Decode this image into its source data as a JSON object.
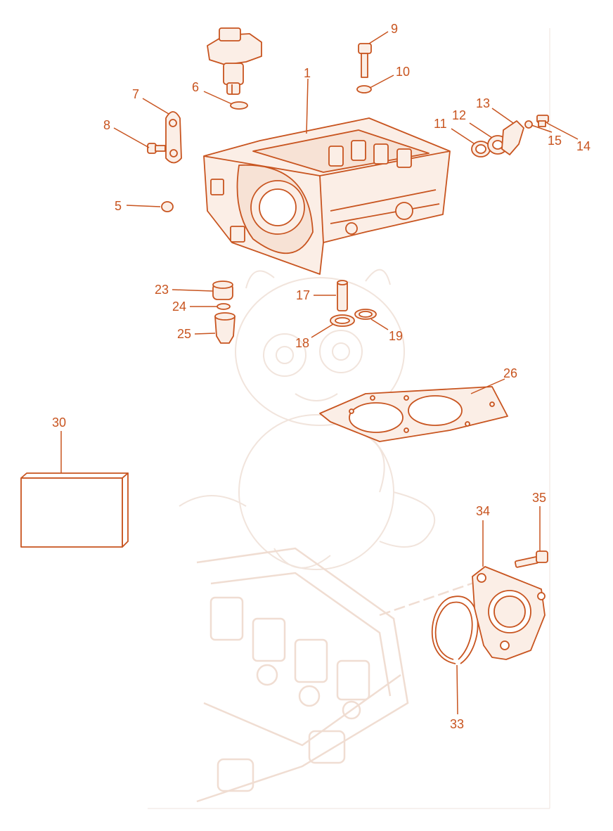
{
  "diagram": {
    "colors": {
      "accent": "#c8541f",
      "fill": "#fbeee6",
      "faint": "#efd9cc",
      "background": "#ffffff"
    },
    "callouts": [
      {
        "id": "c1",
        "label": "1",
        "part": "cylinder-head"
      },
      {
        "id": "c5",
        "label": "5",
        "part": "plug"
      },
      {
        "id": "c6",
        "label": "6",
        "part": "seal-ring"
      },
      {
        "id": "c7",
        "label": "7",
        "part": "lifting-eye"
      },
      {
        "id": "c8",
        "label": "8",
        "part": "bolt"
      },
      {
        "id": "c9",
        "label": "9",
        "part": "bolt"
      },
      {
        "id": "c10",
        "label": "10",
        "part": "washer"
      },
      {
        "id": "c11",
        "label": "11",
        "part": "seal"
      },
      {
        "id": "c12",
        "label": "12",
        "part": "spring"
      },
      {
        "id": "c13",
        "label": "13",
        "part": "bracket"
      },
      {
        "id": "c14",
        "label": "14",
        "part": "screw"
      },
      {
        "id": "c15",
        "label": "15",
        "part": "washer"
      },
      {
        "id": "c17",
        "label": "17",
        "part": "valve-guide"
      },
      {
        "id": "c18",
        "label": "18",
        "part": "valve-seat-ring"
      },
      {
        "id": "c19",
        "label": "19",
        "part": "valve-seat-ring"
      },
      {
        "id": "c23",
        "label": "23",
        "part": "cap"
      },
      {
        "id": "c24",
        "label": "24",
        "part": "spring"
      },
      {
        "id": "c25",
        "label": "25",
        "part": "sleeve"
      },
      {
        "id": "c26",
        "label": "26",
        "part": "head-gasket"
      },
      {
        "id": "c30",
        "label": "30",
        "part": "kit-box"
      },
      {
        "id": "c33",
        "label": "33",
        "part": "o-ring"
      },
      {
        "id": "c34",
        "label": "34",
        "part": "housing"
      },
      {
        "id": "c35",
        "label": "35",
        "part": "screw"
      }
    ]
  }
}
